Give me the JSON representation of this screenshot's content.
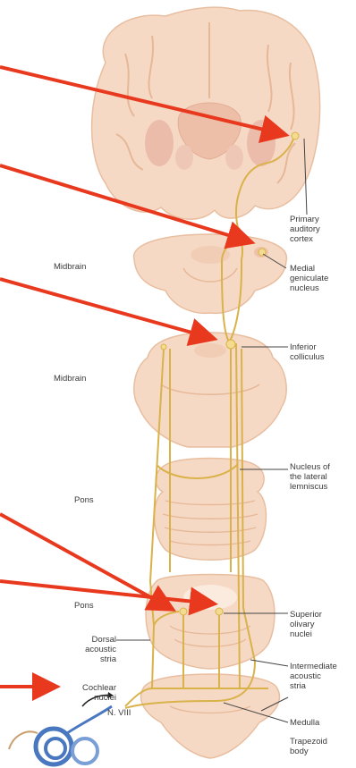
{
  "levels": {
    "midbrain_upper": "Midbrain",
    "midbrain_lower": "Midbrain",
    "pons_upper": "Pons",
    "pons_lower": "Pons"
  },
  "labels": {
    "primary_auditory_cortex": "Primary\nauditory\ncortex",
    "medial_geniculate_nucleus": "Medial\ngeniculate\nnucleus",
    "inferior_colliculus": "Inferior\ncolliculus",
    "nucleus_lateral_lemniscus": "Nucleus of\nthe lateral\nlemniscus",
    "superior_olivary_nuclei": "Superior\nolivary\nnuclei",
    "dorsal_acoustic_stria": "Dorsal\nacoustic\nstria",
    "intermediate_acoustic_stria": "Intermediate\nacoustic\nstria",
    "cochlear_nuclei": "Cochlear\nnuclei",
    "medulla": "Medulla",
    "n_viii": "N. VIII",
    "trapezoid_body": "Trapezoid\nbody"
  },
  "colors": {
    "tissue": "#f6d9c4",
    "tissue_edge": "#e8bea0",
    "tissue_dark": "#eec4a8",
    "pathway": "#d9b24a",
    "arrow": "#e8391f",
    "cochlea": "#4a78c0"
  }
}
